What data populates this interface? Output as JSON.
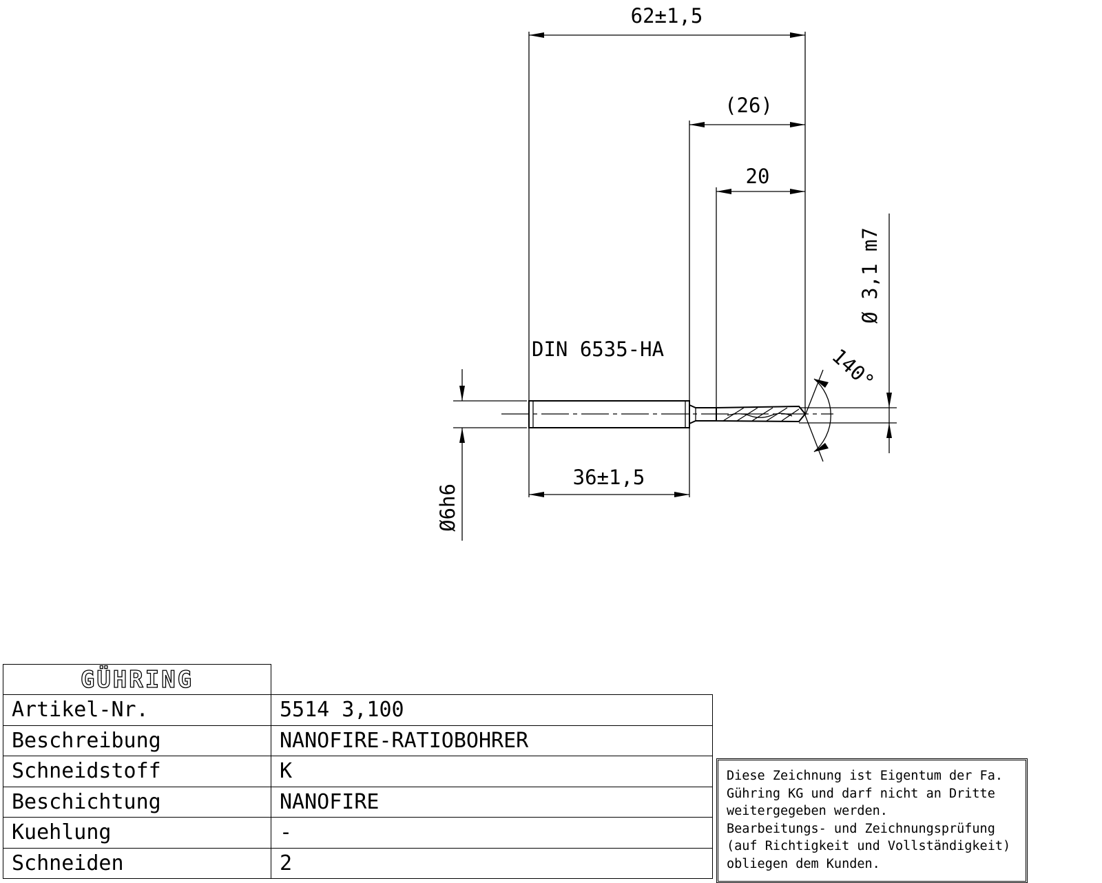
{
  "drawing": {
    "dimensions": {
      "total_length": "62±1,5",
      "flute_length_ref": "(26)",
      "cutting_length": "20",
      "shank_length": "36±1,5",
      "diameter_cutting": "Ø 3,1 m7",
      "diameter_shank": "Ø6h6",
      "point_angle": "140°"
    },
    "standard": "DIN 6535-HA"
  },
  "title_block": {
    "logo": "GÜHRING",
    "rows": [
      {
        "label": "Artikel-Nr.",
        "value": "5514 3,100"
      },
      {
        "label": "Beschreibung",
        "value": "NANOFIRE-RATIOBOHRER"
      },
      {
        "label": "Schneidstoff",
        "value": "K"
      },
      {
        "label": "Beschichtung",
        "value": "NANOFIRE"
      },
      {
        "label": "Kuehlung",
        "value": "-"
      },
      {
        "label": "Schneiden",
        "value": "2"
      }
    ]
  },
  "notice": {
    "lines": [
      "Diese Zeichnung ist Eigentum der Fa.",
      "Gühring KG und darf nicht an Dritte",
      "weitergegeben werden.",
      "Bearbeitungs- und Zeichnungsprüfung",
      "(auf Richtigkeit und Vollständigkeit)",
      "obliegen dem Kunden."
    ]
  }
}
